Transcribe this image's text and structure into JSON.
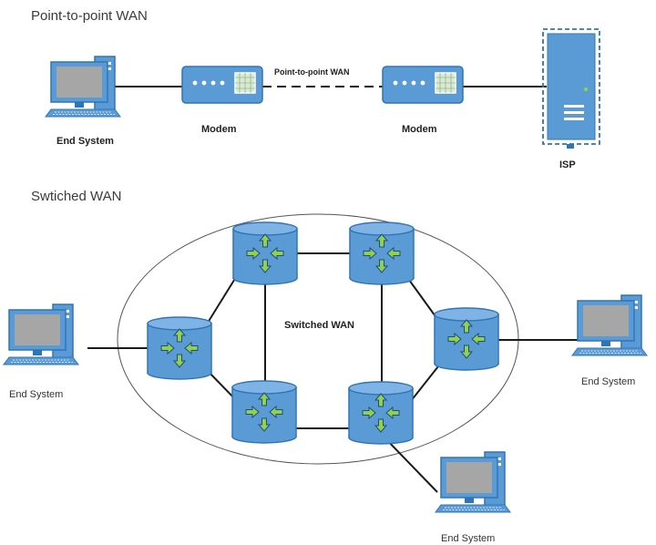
{
  "p2p": {
    "title": "Point-to-point WAN",
    "link_label": "Point-to-point WAN",
    "left_system_label": "End System",
    "modem_left_label": "Modem",
    "modem_right_label": "Modem",
    "isp_label": "ISP"
  },
  "switched": {
    "title": "Swtiched WAN",
    "cloud_label": "Switched WAN",
    "left_system_label": "End System",
    "right_system_label": "End System",
    "bottom_system_label": "End System"
  },
  "colors": {
    "device_blue": "#5b9bd5",
    "device_dark": "#2e75b6",
    "screen_gray": "#a6a6a6",
    "arrow_green": "#92d050",
    "line": "#1a1a1a"
  }
}
